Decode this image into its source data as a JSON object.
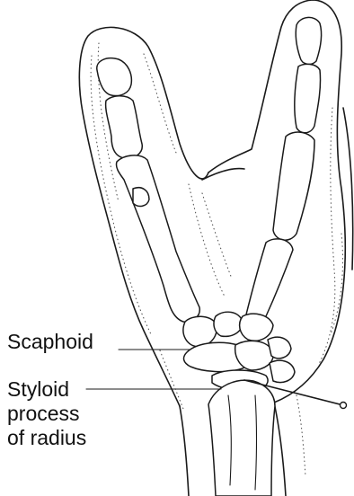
{
  "labels": {
    "scaphoid": "Scaphoid",
    "styloid_line1": "Styloid",
    "styloid_line2": "process",
    "styloid_line3": "of radius"
  },
  "colors": {
    "ink": "#1a1a1a",
    "background": "#ffffff"
  }
}
